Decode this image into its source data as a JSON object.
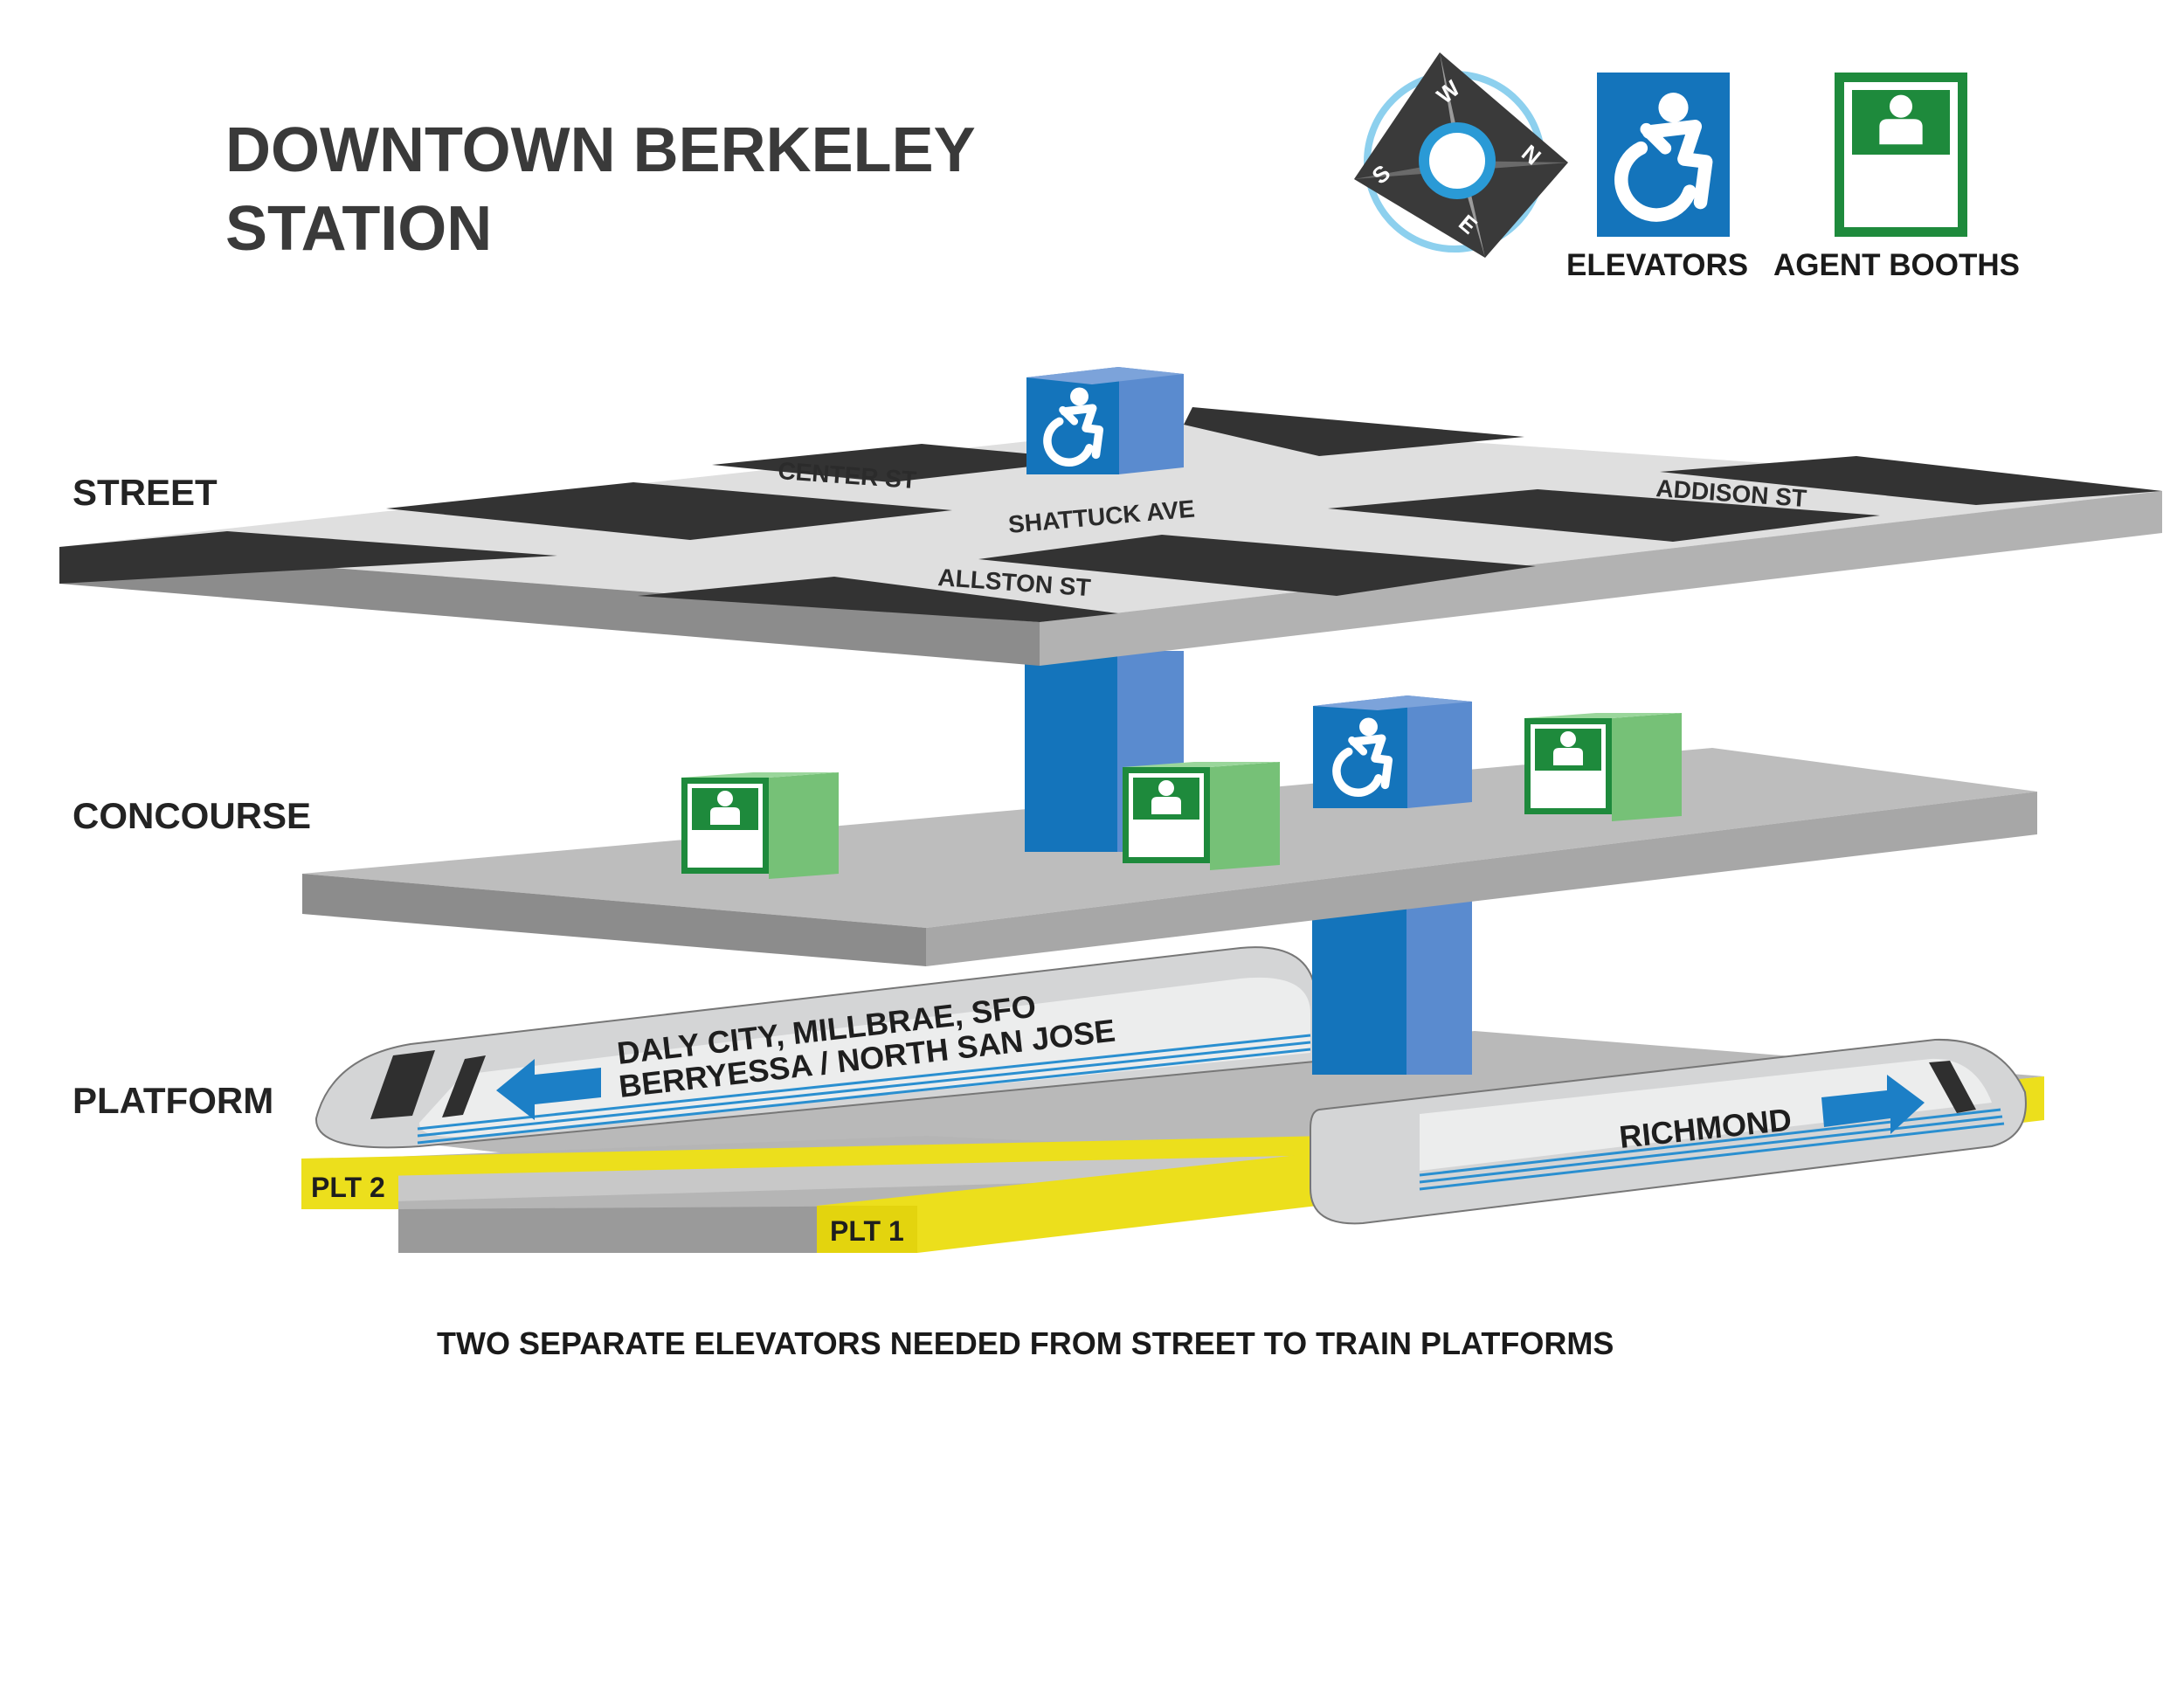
{
  "title": {
    "line1": "DOWNTOWN BERKELEY",
    "line2": "STATION"
  },
  "compass": {
    "north": "N",
    "south": "S",
    "east": "E",
    "west": "W"
  },
  "legend": {
    "elevators": "ELEVATORS",
    "agent_booths": "AGENT BOOTHS"
  },
  "levels": {
    "street": "STREET",
    "concourse": "CONCOURSE",
    "platform": "PLATFORM"
  },
  "streets": {
    "center": "CENTER ST",
    "shattuck": "SHATTUCK AVE",
    "addison": "ADDISON ST",
    "allston": "ALLSTON ST"
  },
  "trains": {
    "southbound_line1": "DALY CITY, MILLBRAE, SFO",
    "southbound_line2": "BERRYESSA / NORTH SAN JOSE",
    "northbound": "RICHMOND"
  },
  "platforms": {
    "plt2": "PLT 2",
    "plt1": "PLT 1"
  },
  "footnote": "TWO SEPARATE ELEVATORS NEEDED FROM STREET TO TRAIN PLATFORMS",
  "colors": {
    "elevator_blue": "#1474bb",
    "booth_green": "#1e8a3c",
    "platform_yellow": "#ecdf1c",
    "street_block": "#333333"
  }
}
